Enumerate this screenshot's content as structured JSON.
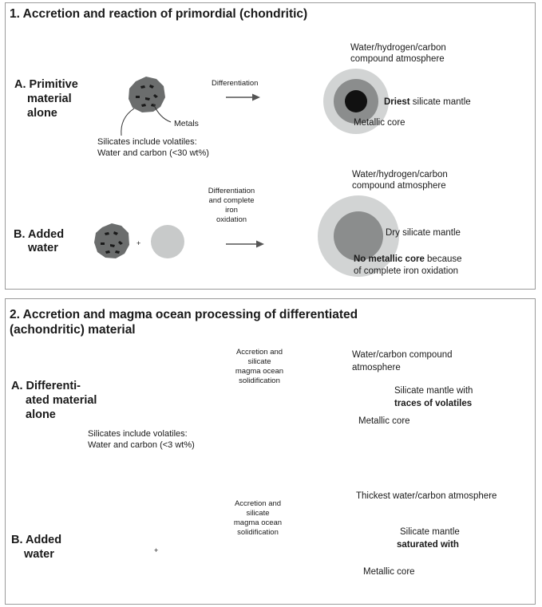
{
  "section1": {
    "title": "1. Accretion and reaction of primordial (chondritic)",
    "rowA": {
      "label": [
        "A. Primitive",
        "material",
        "alone"
      ],
      "process": "Differentiation",
      "metals_label": "Metals",
      "volatiles_note": [
        "Silicates include volatiles:",
        "Water and carbon (<30 wt%)"
      ],
      "atmosphere": [
        "Water/hydrogen/carbon",
        "compound atmosphere"
      ],
      "mantle_bold": "Driest",
      "mantle_rest": " silicate mantle",
      "core": "Metallic core"
    },
    "rowB": {
      "label": [
        "B. Added",
        "water"
      ],
      "plus": "+",
      "process": [
        "Differentiation",
        "and complete",
        "iron",
        "oxidation"
      ],
      "atmosphere": [
        "Water/hydrogen/carbon",
        "compound atmosphere"
      ],
      "mantle": "Dry silicate mantle",
      "core_bold": "No metallic core",
      "core_rest": " because",
      "core_line2": "of complete iron oxidation"
    }
  },
  "section2": {
    "title": [
      "2. Accretion and magma ocean processing of differentiated",
      "(achondritic) material"
    ],
    "rowA": {
      "label": [
        "A. Differenti-",
        "ated material",
        "alone"
      ],
      "process": [
        "Accretion and",
        "silicate",
        "magma ocean",
        "solidification"
      ],
      "volatiles_note": [
        "Silicates include volatiles:",
        "Water and carbon (<3 wt%)"
      ],
      "atmosphere": [
        "Water/carbon compound",
        "atmosphere"
      ],
      "mantle": "Silicate mantle with",
      "mantle_bold": "traces of volatiles",
      "core": "Metallic core"
    },
    "rowB": {
      "label": [
        "B. Added",
        "water"
      ],
      "plus": "+",
      "process": [
        "Accretion and",
        "silicate",
        "magma ocean",
        "solidification"
      ],
      "atmosphere": "Thickest water/carbon atmosphere",
      "mantle": "Silicate mantle",
      "mantle_bold": "saturated with",
      "core": "Metallic core"
    }
  },
  "colors": {
    "atmosphere": "#d2d4d4",
    "mantle": "#8b8d8d",
    "core": "#111111",
    "rock": "#6b6d6d",
    "water_body": "#c8caca",
    "arrow": "#555555"
  }
}
